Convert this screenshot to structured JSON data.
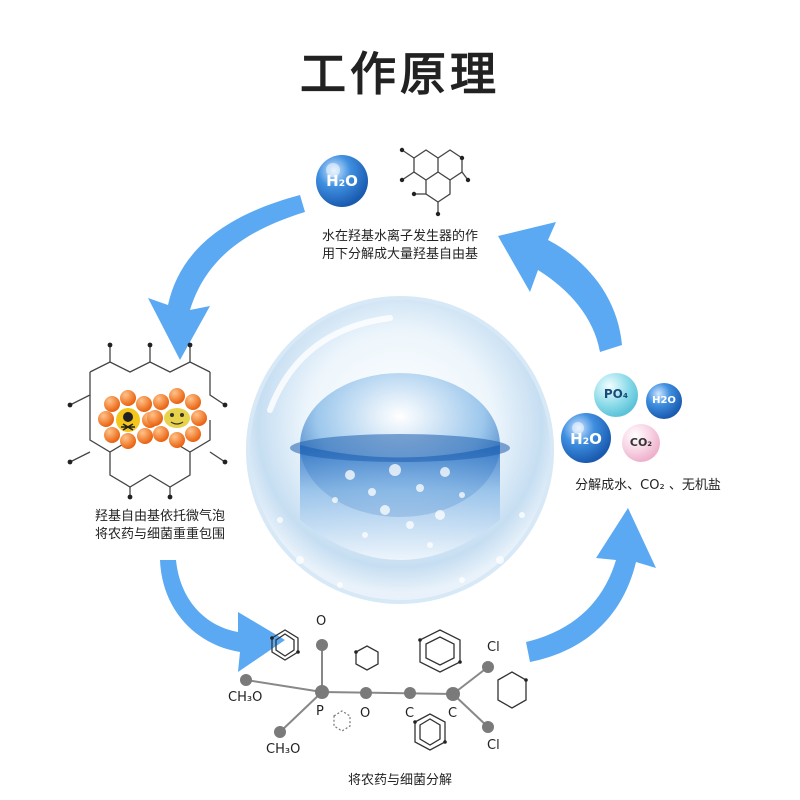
{
  "title": "工作原理",
  "steps": {
    "top": {
      "line1": "水在羟基水离子发生器的作",
      "line2": "用下分解成大量羟基自由基"
    },
    "left": {
      "line1": "羟基自由基依托微气泡",
      "line2": "将农药与细菌重重包围"
    },
    "bottom": {
      "caption": "将农药与细菌分解"
    },
    "right": {
      "caption": "分解成水、CO₂ 、无机盐"
    }
  },
  "molecules": {
    "h2o": "H₂O",
    "h2o_label": "H2O",
    "po4": "PO₄",
    "co2": "CO₂"
  },
  "formula_labels": {
    "o_top": "O",
    "o_mid": "O",
    "p": "P",
    "c1": "C",
    "c2": "C",
    "cl_top": "Cl",
    "cl_bottom": "Cl",
    "ch3o_top": "CH₃O",
    "ch3o_bottom": "CH₃O"
  },
  "colors": {
    "arrow": "#5aa9f2",
    "h2o_ball": "#2f7fd8",
    "po4_ball": "#7fd8e6",
    "co2_ball": "#f6c9de",
    "orange": "#f47b20",
    "atom": "#777777"
  }
}
